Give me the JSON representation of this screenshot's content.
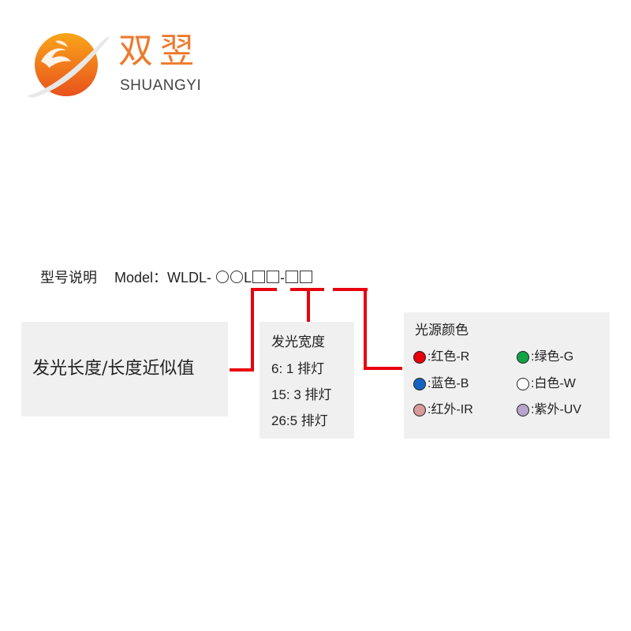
{
  "brand": {
    "name_cn": "双翌",
    "name_en": "SHUANGYI",
    "logo_colors": {
      "circle_top": "#f7a21b",
      "circle_bottom": "#e8541d",
      "swoosh": "#e6e6e6"
    }
  },
  "model": {
    "label_cn": "型号说明",
    "label_en": "Model：",
    "prefix": "WLDL-",
    "separator_l": "L",
    "separator_dash": "-",
    "slots": [
      "circle",
      "circle",
      "L",
      "square",
      "square",
      "-",
      "square",
      "square"
    ]
  },
  "length_box": {
    "text": "发光长度/长度近似值"
  },
  "width_box": {
    "title": "发光宽度",
    "rows": [
      {
        "text": "6: 1 排灯"
      },
      {
        "text": "15: 3 排灯"
      },
      {
        "text": "26:5 排灯"
      }
    ]
  },
  "color_box": {
    "title": "光源颜色",
    "items": [
      {
        "label": ":红色-R",
        "color": "#e8000d"
      },
      {
        "label": ":绿色-G",
        "color": "#12a346"
      },
      {
        "label": ":蓝色-B",
        "color": "#1565c0"
      },
      {
        "label": ":白色-W",
        "color": "#ffffff"
      },
      {
        "label": ":红外-IR",
        "color": "#d89a9a"
      },
      {
        "label": ":紫外-UV",
        "color": "#b8a4cc"
      }
    ]
  },
  "connector_color": "#e8000d"
}
